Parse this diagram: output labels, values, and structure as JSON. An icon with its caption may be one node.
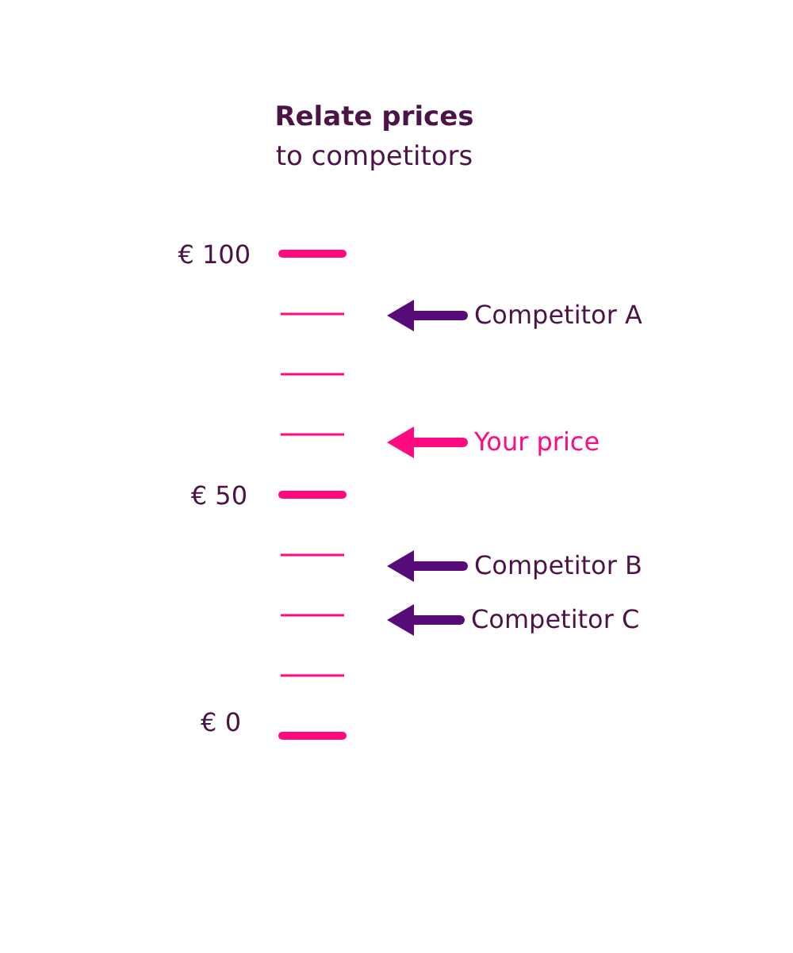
{
  "diagram": {
    "title": "**Relate prices** to competitors",
    "nodes": [
      {
        "text": [
          "Competitor A"
        ]
      },
      {
        "text": [
          "Your price"
        ]
      },
      {
        "text": [
          "Competitor B"
        ]
      },
      {
        "text": [
          "Competitor C"
        ]
      }
    ],
    "edges": [
      {
        "from": 0,
        "to": null,
        "arrow": "to"
      },
      {
        "from": 1,
        "to": null,
        "arrow": "to",
        "color": "#ff0a80"
      },
      {
        "from": 2,
        "to": null,
        "arrow": "to"
      },
      {
        "from": 3,
        "to": null,
        "arrow": "to"
      }
    ],
    "labels": [
      "€ 100",
      "€ 50",
      "€ 0"
    ]
  }
}
